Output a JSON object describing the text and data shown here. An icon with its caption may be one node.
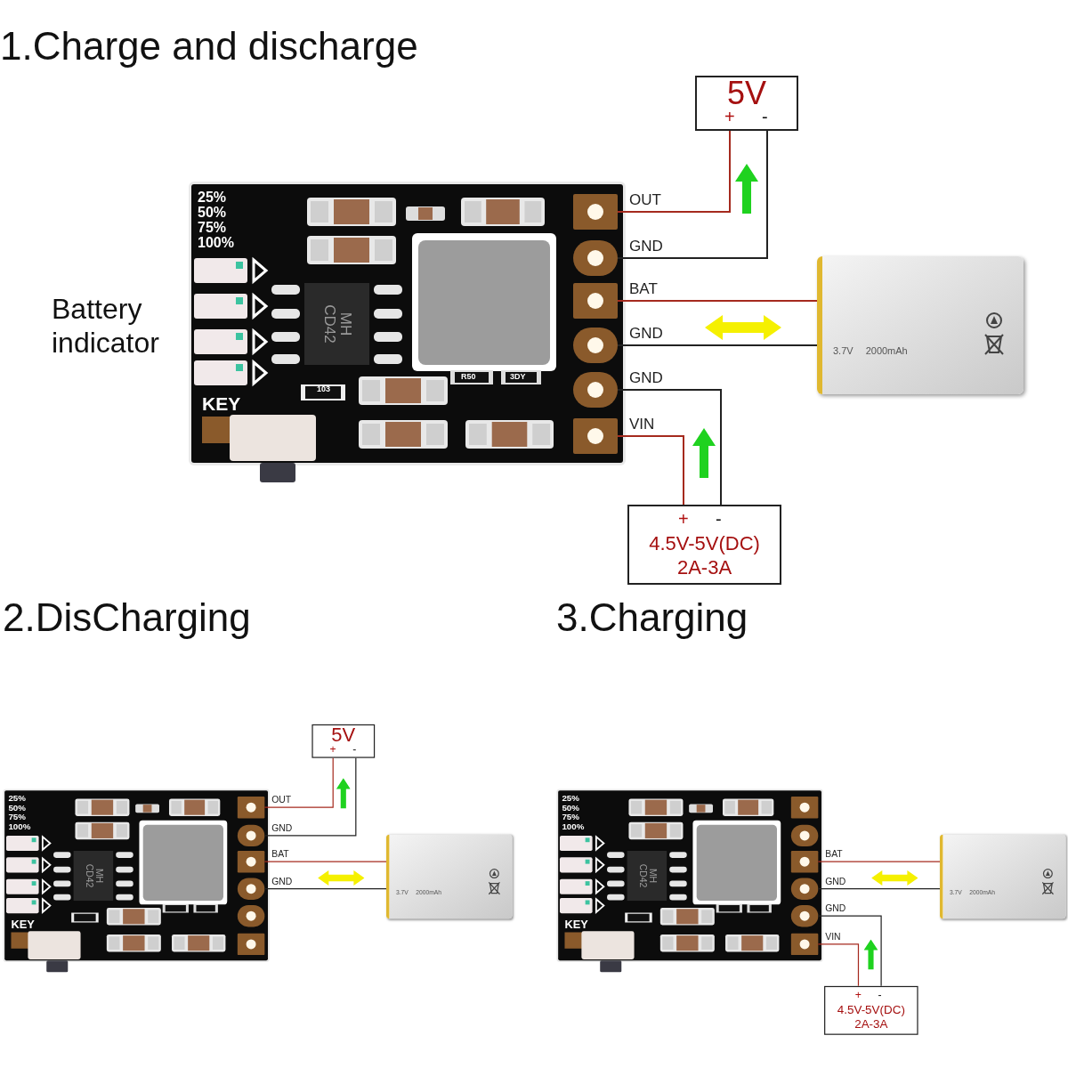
{
  "diagram": {
    "nodes": [
      {
        "text": [
          "25%",
          "50%",
          "75%",
          "100%",
          "KEY"
        ]
      },
      {
        "text": [
          "MH CD42"
        ],
        "in": 0
      },
      {
        "text": [],
        "shape": "box",
        "beside": [
          "OUT"
        ],
        "in": 0
      },
      {
        "text": [],
        "shape": "circle",
        "beside": [
          "GND"
        ],
        "in": 0
      },
      {
        "text": [],
        "shape": "box",
        "beside": [
          "BAT"
        ],
        "in": 0
      },
      {
        "text": [],
        "shape": "circle",
        "beside": [
          "GND"
        ],
        "in": 0
      },
      {
        "text": [],
        "shape": "circle",
        "beside": [
          "GND"
        ],
        "in": 0
      },
      {
        "text": [],
        "shape": "box",
        "beside": [
          "VIN"
        ],
        "in": 0
      },
      {
        "text": [
          "5V",
          "+",
          "-"
        ]
      },
      {
        "text": [
          "3.7V",
          "2000mAh"
        ]
      },
      {
        "text": [
          "+",
          "-",
          "4.5V-5V(DC) 2A-3A"
        ]
      },
      {
        "text": [
          "25%",
          "50%",
          "75%",
          "100%",
          "KEY"
        ]
      },
      {
        "text": [
          "MH CD42"
        ],
        "in": 11
      },
      {
        "text": [],
        "shape": "box",
        "beside": [
          "OUT"
        ],
        "in": 11
      },
      {
        "text": [],
        "shape": "circle",
        "beside": [
          "GND"
        ],
        "in": 11
      },
      {
        "text": [],
        "shape": "box",
        "beside": [
          "BAT"
        ],
        "in": 11
      },
      {
        "text": [],
        "shape": "circle",
        "beside": [
          "GND"
        ],
        "in": 11
      },
      {
        "text": [
          "5V",
          "+",
          "-"
        ]
      },
      {
        "text": [
          "3.7V",
          "2000mAh"
        ]
      },
      {
        "text": [
          "25%",
          "50%",
          "75%",
          "100%",
          "KEY"
        ]
      },
      {
        "text": [
          "MH CD42"
        ],
        "in": 19
      },
      {
        "text": [],
        "shape": "box",
        "beside": [
          "BAT"
        ],
        "in": 19
      },
      {
        "text": [],
        "shape": "circle",
        "beside": [
          "GND"
        ],
        "in": 19
      },
      {
        "text": [],
        "shape": "circle",
        "beside": [
          "GND"
        ],
        "in": 19
      },
      {
        "text": [],
        "shape": "box",
        "beside": [
          "VIN"
        ],
        "in": 19
      },
      {
        "text": [
          "3.7V",
          "2000mAh"
        ]
      },
      {
        "text": [
          "+",
          "-",
          "4.5V-5V(DC) 2A-3A"
        ]
      }
    ],
    "edges": [
      {
        "from": 2,
        "to": 8,
        "arrow": "none",
        "color": "#a52a1e"
      },
      {
        "from": 3,
        "to": 8,
        "arrow": "none",
        "color": "#222222"
      },
      {
        "from": 4,
        "to": 9,
        "arrow": "none",
        "color": "#a52a1e"
      },
      {
        "from": 5,
        "to": 9,
        "arrow": "none",
        "color": "#222222"
      },
      {
        "from": 6,
        "to": 10,
        "arrow": "none",
        "color": "#222222"
      },
      {
        "from": 7,
        "to": 10,
        "arrow": "none",
        "color": "#a52a1e"
      },
      {
        "from": 13,
        "to": 17,
        "arrow": "none",
        "color": "#a52a1e"
      },
      {
        "from": 14,
        "to": 17,
        "arrow": "none",
        "color": "#222222"
      },
      {
        "from": 15,
        "to": 18,
        "arrow": "none",
        "color": "#a52a1e"
      },
      {
        "from": 16,
        "to": 18,
        "arrow": "none",
        "color": "#222222"
      },
      {
        "from": 21,
        "to": 25,
        "arrow": "none",
        "color": "#a52a1e"
      },
      {
        "from": 22,
        "to": 25,
        "arrow": "none",
        "color": "#222222"
      },
      {
        "from": 23,
        "to": 26,
        "arrow": "none",
        "color": "#222222"
      },
      {
        "from": 24,
        "to": 26,
        "arrow": "none",
        "color": "#a52a1e"
      }
    ],
    "labels": [
      "1.Charge and discharge",
      "Battery indicator",
      "103",
      "R50",
      "3DY",
      "2.DisCharging",
      "3.Charging"
    ]
  }
}
